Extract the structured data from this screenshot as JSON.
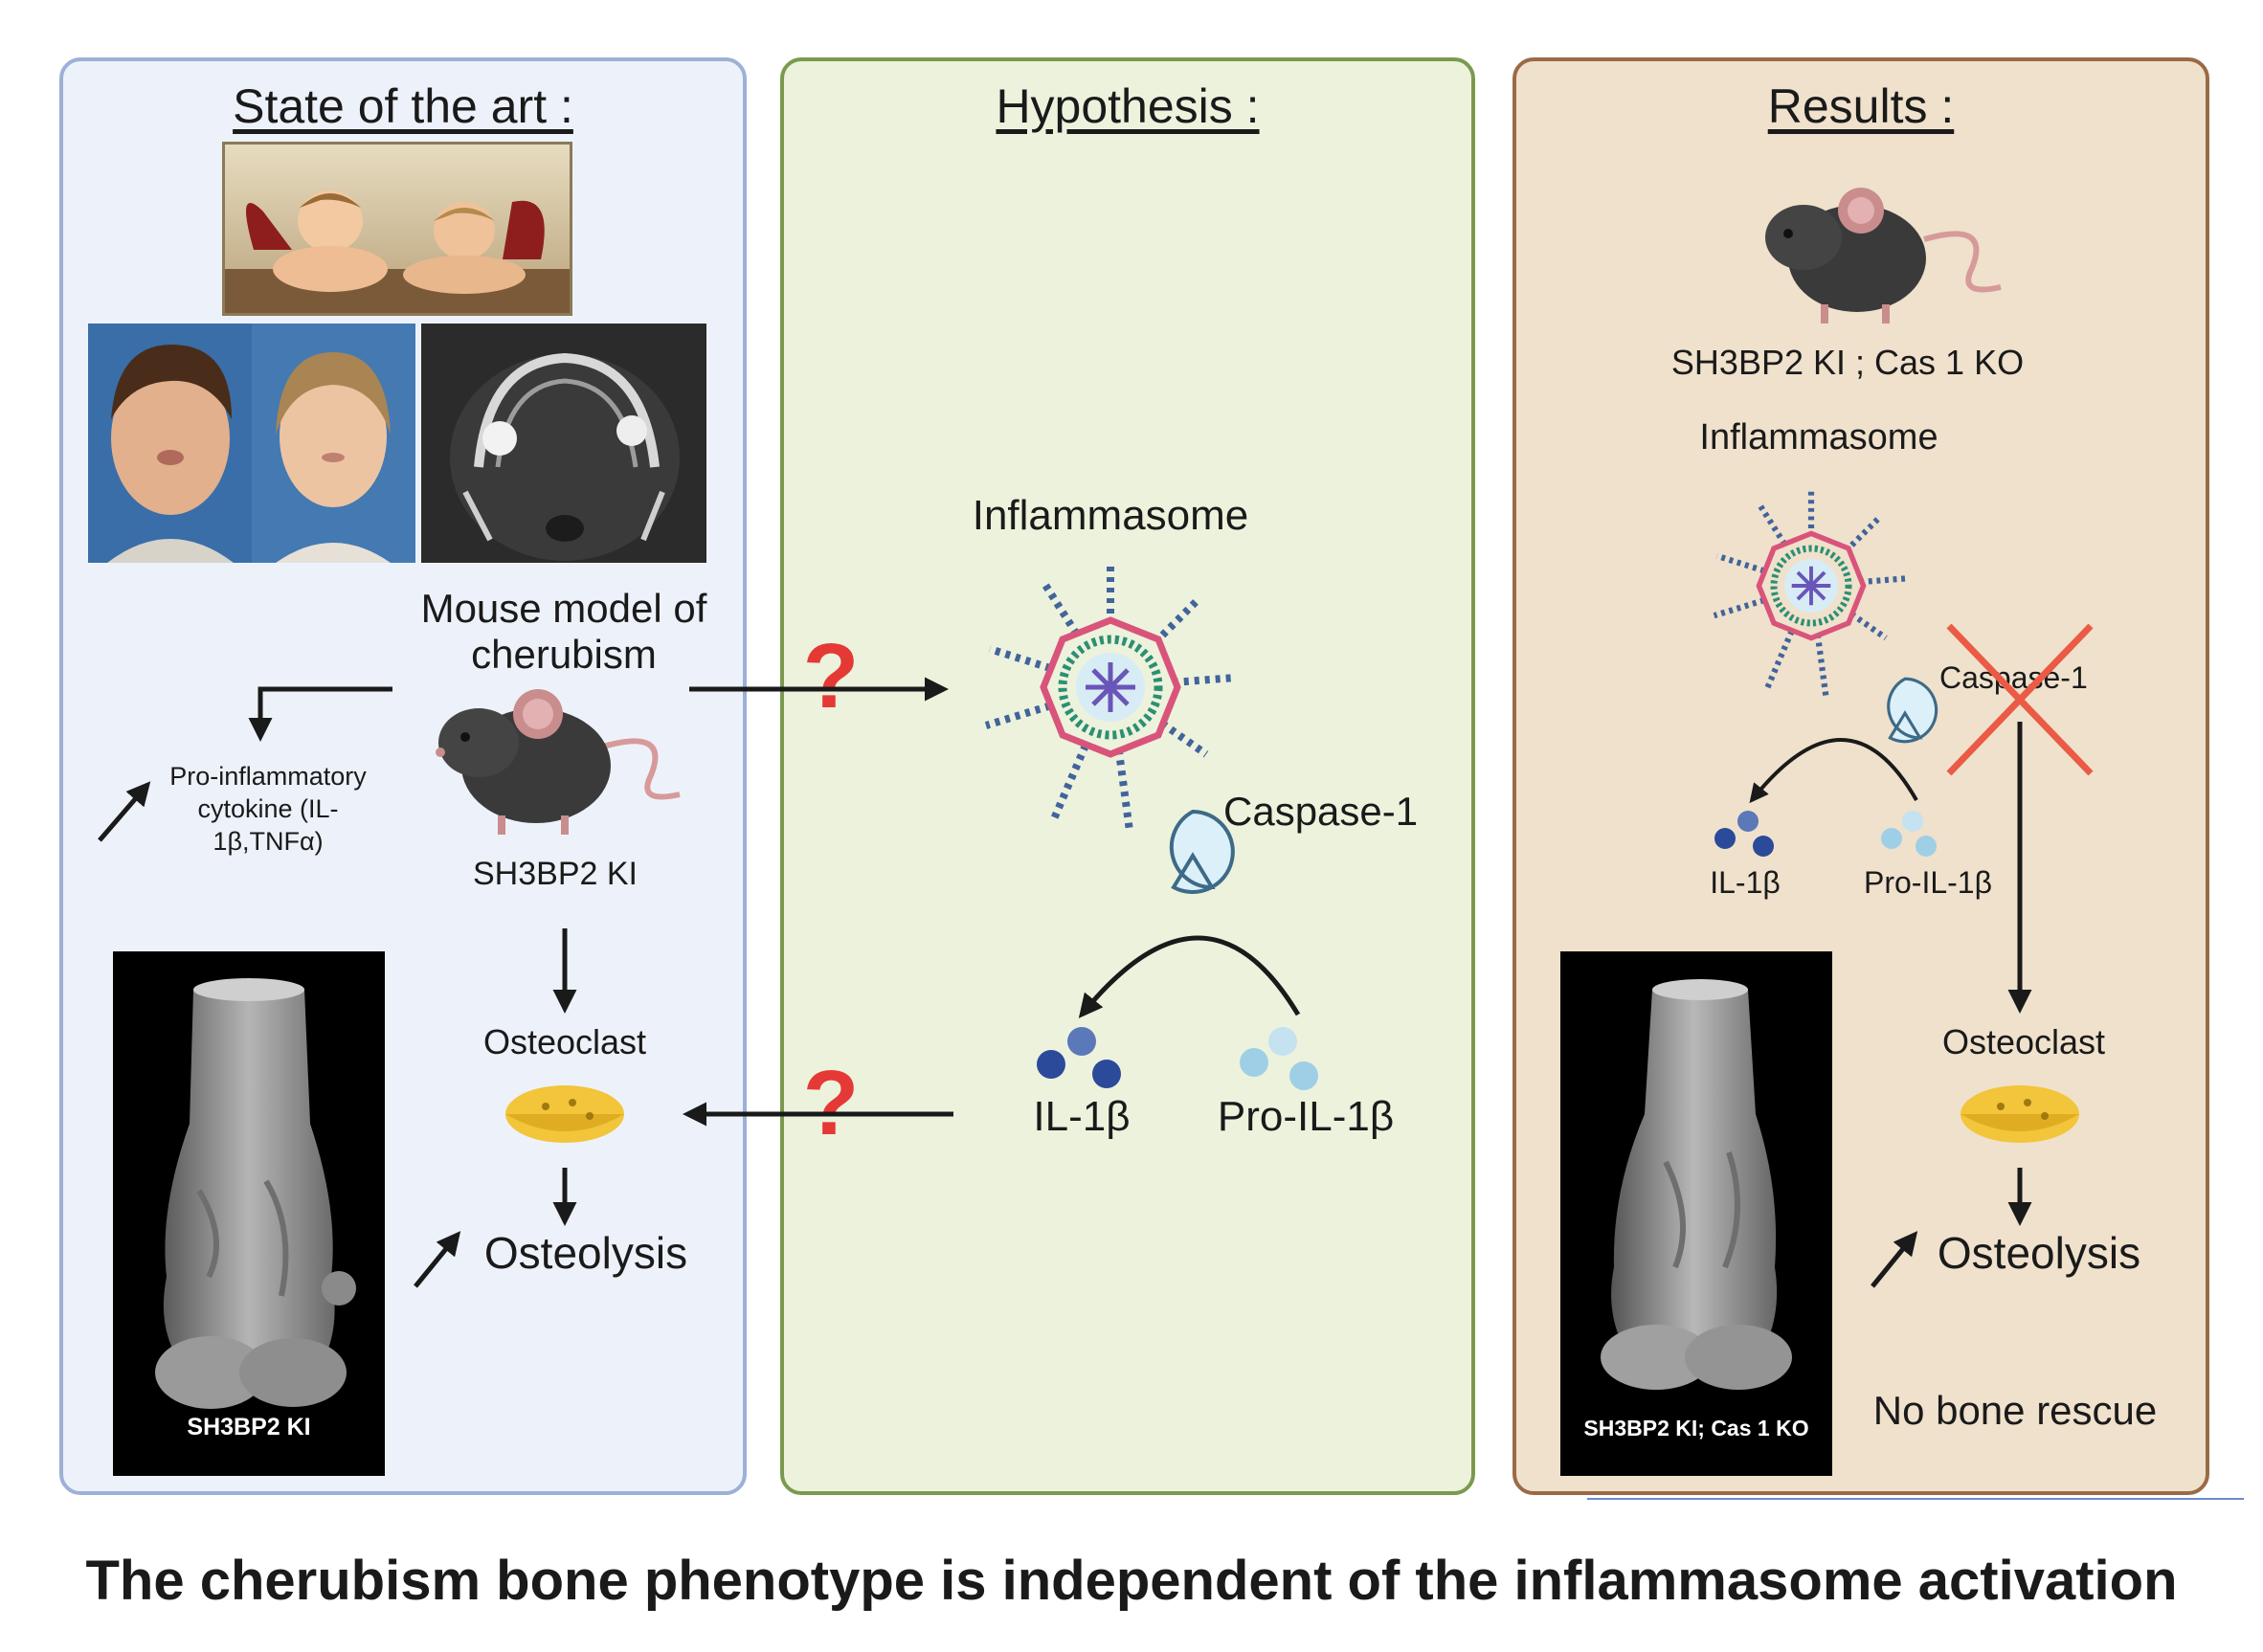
{
  "panels": {
    "state": {
      "title": "State of the art :",
      "border": "#9db0d6",
      "fill": "#edf2fa"
    },
    "hypothesis": {
      "title": "Hypothesis :",
      "border": "#7a9a4e",
      "fill": "#edf2dd"
    },
    "results": {
      "title": "Results :",
      "border": "#9a6a46",
      "fill": "#efe1cc"
    }
  },
  "state": {
    "mouse_model": "Mouse model of cherubism",
    "mouse_label": "SH3BP2 KI",
    "cytokine_label": "Pro-inflammatory cytokine (IL-1β,TNFα)",
    "osteoclast": "Osteoclast",
    "osteolysis": "Osteolysis",
    "bone_caption": "SH3BP2 KI"
  },
  "hypothesis": {
    "inflammasome": "Inflammasome",
    "caspase": "Caspase-1",
    "il1b": "IL-1β",
    "pro_il1b": "Pro-IL-1β",
    "question_mark": "?"
  },
  "results": {
    "mouse_label": "SH3BP2 KI ; Cas 1 KO",
    "inflammasome": "Inflammasome",
    "caspase": "Caspase-1",
    "il1b": "IL-1β",
    "pro_il1b": "Pro-IL-1β",
    "osteoclast": "Osteoclast",
    "osteolysis": "Osteolysis",
    "bone_caption": "SH3BP2 KI; Cas 1 KO",
    "no_rescue": "No bone rescue"
  },
  "caption": "The cherubism bone phenotype is independent of the inflammasome activation",
  "colors": {
    "question": "#e53935",
    "cross": "#ea5a45",
    "arrow": "#1a1a1a",
    "spoke": "#41649a",
    "ring_pink": "#d9547a",
    "ring_green": "#2c8f73",
    "core": "#6a55b8",
    "caspase_fill": "#dcf0fa",
    "caspase_stroke": "#3d6a86",
    "il1b_dark": "#2c4a9a",
    "il1b_light": "#9fcfe6",
    "osteoclast": "#f2c53a"
  }
}
